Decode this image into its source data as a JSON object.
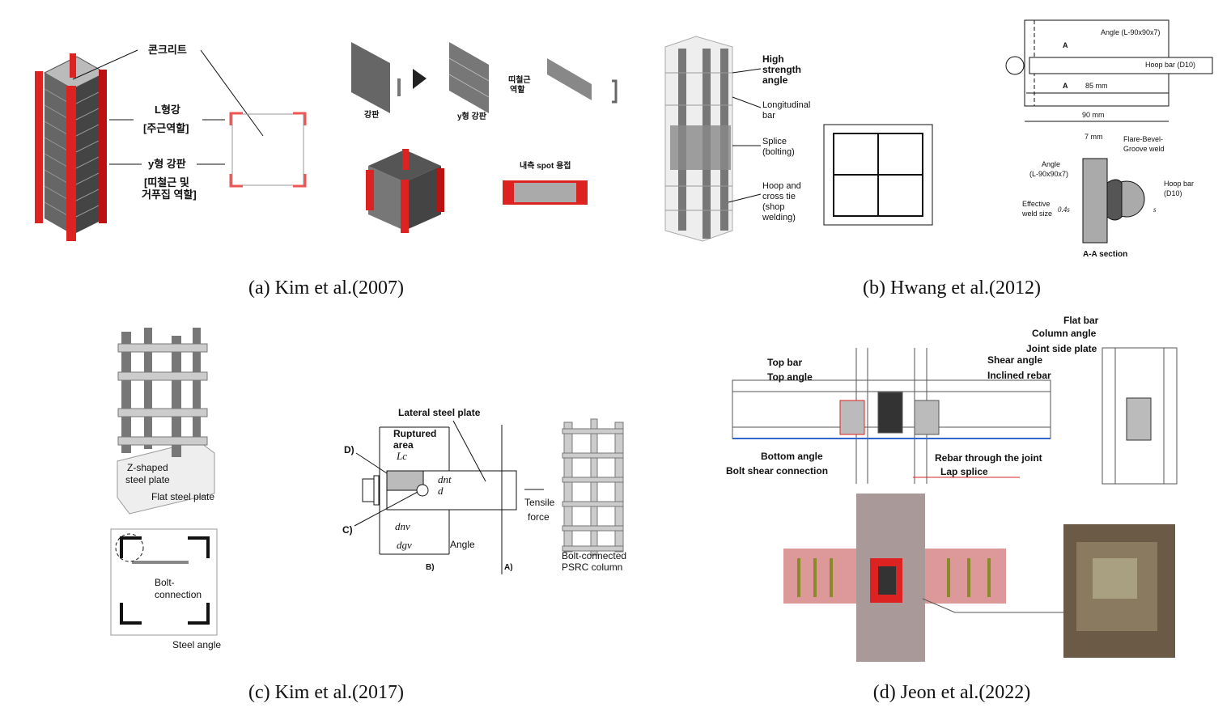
{
  "panel_a": {
    "caption": "(a) Kim et al.(2007)",
    "labels": {
      "concrete": "콘크리트",
      "l_angle": "L형강",
      "main_bar_role": "[주근역할]",
      "y_plate": "y형 강판",
      "tie_role_1": "[띠철근 및",
      "tie_role_2": "거푸집 역할]",
      "steel_plate": "강판",
      "y_plate_2": "y형 강판",
      "tie_1": "띠철근",
      "tie_2": "역할",
      "spot_weld": "내측 spot 용접"
    }
  },
  "panel_b": {
    "caption": "(b) Hwang et al.(2012)",
    "labels": {
      "hsa_1": "High",
      "hsa_2": "strength",
      "hsa_3": "angle",
      "long_1": "Longitudinal",
      "long_2": "bar",
      "splice_1": "Splice",
      "splice_2": "(bolting)",
      "hoop_1": "Hoop and",
      "hoop_2": "cross tie",
      "hoop_3": "(shop",
      "hoop_4": "welding)",
      "angle_top": "Angle (L-90x90x7)",
      "sec_a_top": "A",
      "hoop_bar": "Hoop bar (D10)",
      "sec_a_bot": "A",
      "dim_85": "85 mm",
      "dim_90": "90 mm",
      "dim_7": "7 mm",
      "weld_1": "Flare-Bevel-",
      "weld_2": "Groove weld",
      "angle_1": "Angle",
      "angle_2": "(L-90x90x7)",
      "hoop_3b": "Hoop bar",
      "hoop_4b": "(D10)",
      "eff_1": "Effective",
      "eff_2": "weld size",
      "eff_val": "0.4s",
      "s": "s",
      "section": "A-A section"
    }
  },
  "panel_c": {
    "caption": "(c) Kim et al.(2017)",
    "labels": {
      "z_1": "Z-shaped",
      "z_2": "steel plate",
      "flat": "Flat steel plate",
      "bolt_1": "Bolt-",
      "bolt_2": "connection",
      "steel_angle": "Steel angle",
      "lateral": "Lateral steel plate",
      "rupt_1": "Ruptured",
      "rupt_2": "area",
      "lc": "Lc",
      "D": "D)",
      "dnt": "dnt",
      "d": "d",
      "C": "C)",
      "dnv": "dnv",
      "dgv": "dgv",
      "angle": "Angle",
      "B": "B)",
      "A": "A)",
      "tensile_1": "Tensile",
      "tensile_2": "force",
      "psrc_1": "Bolt-connected",
      "psrc_2": "PSRC column"
    }
  },
  "panel_d": {
    "caption": "(d) Jeon et al.(2022)",
    "labels": {
      "flat_bar": "Flat bar",
      "column_angle": "Column angle",
      "joint_side_plate": "Joint side plate",
      "top_bar": "Top bar",
      "top_angle": "Top angle",
      "shear_angle": "Shear angle",
      "inclined_rebar": "Inclined rebar",
      "bottom_angle": "Bottom angle",
      "bolt_shear": "Bolt shear connection",
      "rebar_through": "Rebar through the joint",
      "lap_splice": "Lap splice"
    }
  }
}
